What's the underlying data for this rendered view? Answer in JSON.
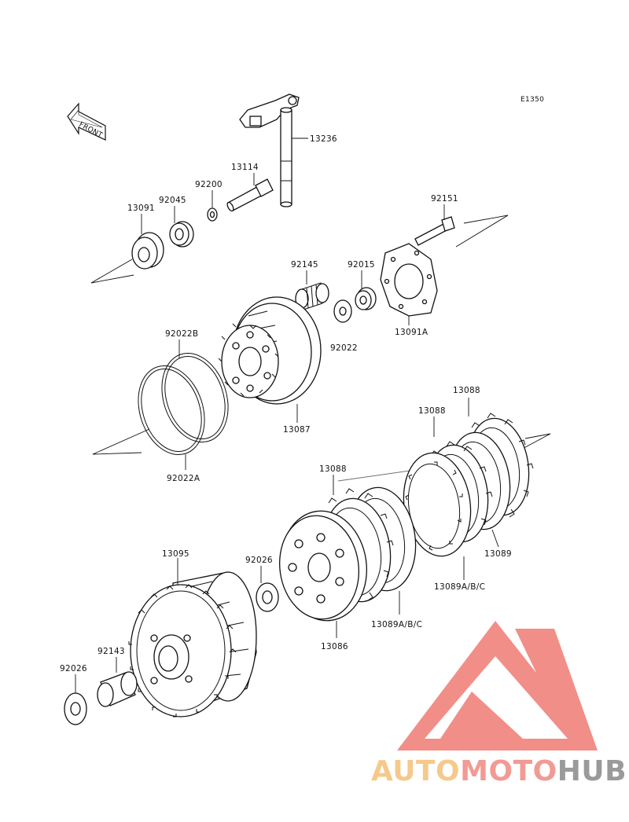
{
  "diagram_code": "E1350",
  "front_label": "FRONT",
  "callouts": {
    "p13236": "13236",
    "p13114": "13114",
    "p92200": "92200",
    "p92045": "92045",
    "p13091": "13091",
    "p92151": "92151",
    "p92145": "92145",
    "p92015": "92015",
    "p13091A": "13091A",
    "p92022": "92022",
    "p92022B": "92022B",
    "p13087": "13087",
    "p92022A": "92022A",
    "p13088_top": "13088",
    "p13088_mid": "13088",
    "p13088_low": "13088",
    "p13089": "13089",
    "p13089ABC_right": "13089A/B/C",
    "p13089ABC_left": "13089A/B/C",
    "p13086": "13086",
    "p13095": "13095",
    "p92026_mid": "92026",
    "p92143": "92143",
    "p92026_left": "92026"
  },
  "watermark": {
    "part1": "AUTO",
    "part2": "MOTO",
    "part3": "HUB",
    "color_auto": "#f6c98a",
    "color_moto": "#f29a94",
    "color_hub": "#9a9a9a",
    "logo_color": "#f07b74"
  }
}
